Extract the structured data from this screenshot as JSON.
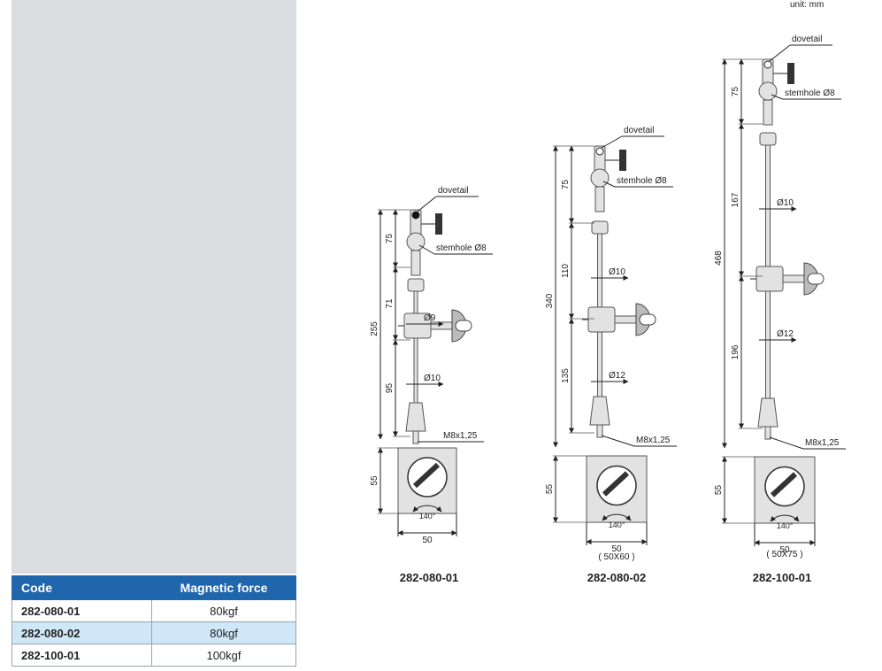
{
  "unit_label": "unit: mm",
  "table": {
    "headers": [
      "Code",
      "Magnetic force"
    ],
    "rows": [
      {
        "code": "282-080-01",
        "force": "80kgf"
      },
      {
        "code": "282-080-02",
        "force": "80kgf"
      },
      {
        "code": "282-100-01",
        "force": "100kgf"
      }
    ]
  },
  "drawings": [
    {
      "model": "282-080-01",
      "callouts": {
        "dovetail": "dovetail",
        "stemhole": "stemhole Ø8",
        "thread": "M8x1,25"
      },
      "total_dim": "255",
      "segment_dims": [
        "75",
        "71",
        "95"
      ],
      "base_height": "55",
      "base_width": "50",
      "angle": "140°",
      "diameters": [
        "Ø9",
        "Ø10"
      ],
      "base_size": ""
    },
    {
      "model": "282-080-02",
      "callouts": {
        "dovetail": "dovetail",
        "stemhole": "stemhole Ø8",
        "thread": "M8x1,25"
      },
      "total_dim": "340",
      "segment_dims": [
        "75",
        "110",
        "135"
      ],
      "base_height": "55",
      "base_width": "50",
      "angle": "140°",
      "diameters": [
        "Ø10",
        "Ø12"
      ],
      "base_size": "( 50X60 )"
    },
    {
      "model": "282-100-01",
      "callouts": {
        "dovetail": "dovetail",
        "stemhole": "stemhole Ø8",
        "thread": "M8x1,25"
      },
      "total_dim": "468",
      "segment_dims": [
        "75",
        "167",
        "196"
      ],
      "base_height": "55",
      "base_width": "50",
      "angle": "140°",
      "diameters": [
        "Ø10",
        "Ø12"
      ],
      "base_size": "( 50X75 )"
    }
  ]
}
